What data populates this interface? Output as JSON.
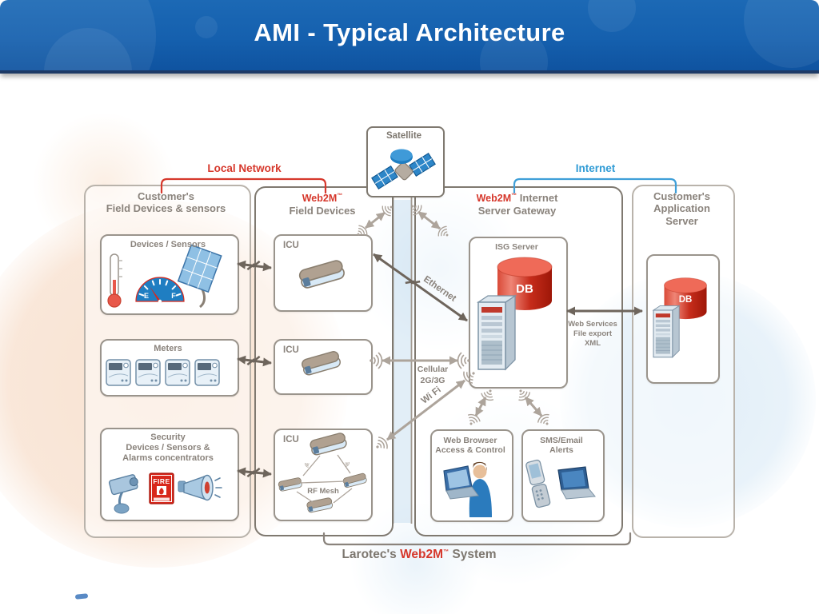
{
  "banner": {
    "title": "AMI - Typical Architecture"
  },
  "brackets": {
    "local_network": "Local Network",
    "internet": "Internet"
  },
  "columns": {
    "customer_field": {
      "line1": "Customer's",
      "line2": "Field Devices & sensors"
    },
    "field_devices": {
      "brand": "Web2M",
      "tm": "™",
      "line2": "Field Devices"
    },
    "gateway": {
      "brand": "Web2M",
      "tm": "™",
      "rest": " Internet",
      "line2": "Server Gateway"
    },
    "customer_app": {
      "line1": "Customer's",
      "line2": "Application",
      "line3": "Server"
    }
  },
  "satellite": {
    "label": "Satellite"
  },
  "field_boxes": {
    "devices_sensors": {
      "title": "Devices / Sensors",
      "gauge_empty": "E",
      "gauge_full": "F"
    },
    "meters": {
      "title": "Meters"
    },
    "security": {
      "line1": "Security",
      "line2": "Devices / Sensors &",
      "line3": "Alarms concentrators",
      "fire": "FIRE"
    }
  },
  "icu_boxes": {
    "icu1": "ICU",
    "icu2": "ICU",
    "icu3": "ICU",
    "rf_mesh": "RF Mesh"
  },
  "gateway_boxes": {
    "isg": {
      "title": "ISG Server",
      "db": "DB"
    },
    "web_browser": {
      "line1": "Web Browser",
      "line2": "Access & Control"
    },
    "sms": {
      "line1": "SMS/Email",
      "line2": "Alerts"
    }
  },
  "app_box": {
    "db": "DB"
  },
  "links": {
    "ethernet": "Ethernet",
    "cellular1": "Cellular",
    "cellular2": "2G/3G",
    "wifi": "Wi Fi",
    "ws1": "Web Services",
    "ws2": "File export",
    "ws3": "XML"
  },
  "footer": {
    "owner": "Larotec's ",
    "brand": "Web2M",
    "tm": "™",
    "suffix": " System"
  },
  "colors": {
    "banner_blue": "#1560ae",
    "brand_red": "#d6382c",
    "internet_blue": "#2f9bd5",
    "gray_text": "#8a837c",
    "dark_arrow": "#6e655c",
    "light_arrow": "#ada49b",
    "db_red": "#c62c1b"
  }
}
